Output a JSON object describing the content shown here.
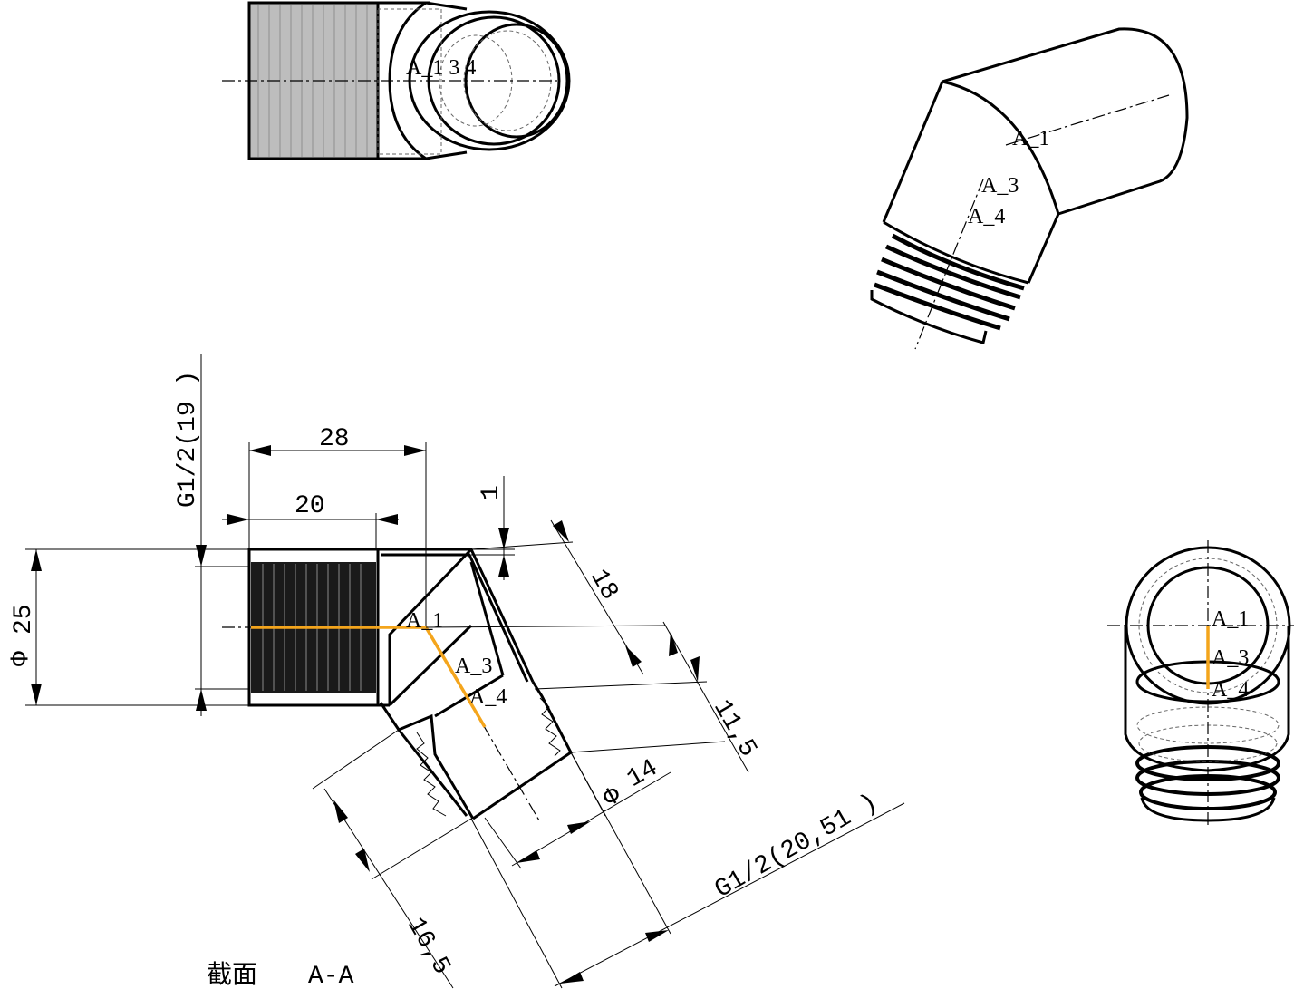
{
  "dimensions": {
    "overall_length": "28",
    "female_thread_length": "20",
    "outer_diameter": "25",
    "female_thread": "G1/2(19 )",
    "step": "1",
    "angled_length": "18",
    "male_thread_length": "11,5",
    "bore_diameter": "14",
    "male_thread": "G1/2(20,51 )",
    "male_total": "16,5",
    "phi_symbol": "Φ"
  },
  "labels": {
    "a1": "A_1",
    "a3": "A_3",
    "a4": "A_4",
    "top_overlap": "A_1 3 4"
  },
  "caption": {
    "section": "截面",
    "section_name": "A-A"
  },
  "colors": {
    "line": "#000000",
    "hidden": "#666666",
    "highlight": "#f4a51c"
  }
}
